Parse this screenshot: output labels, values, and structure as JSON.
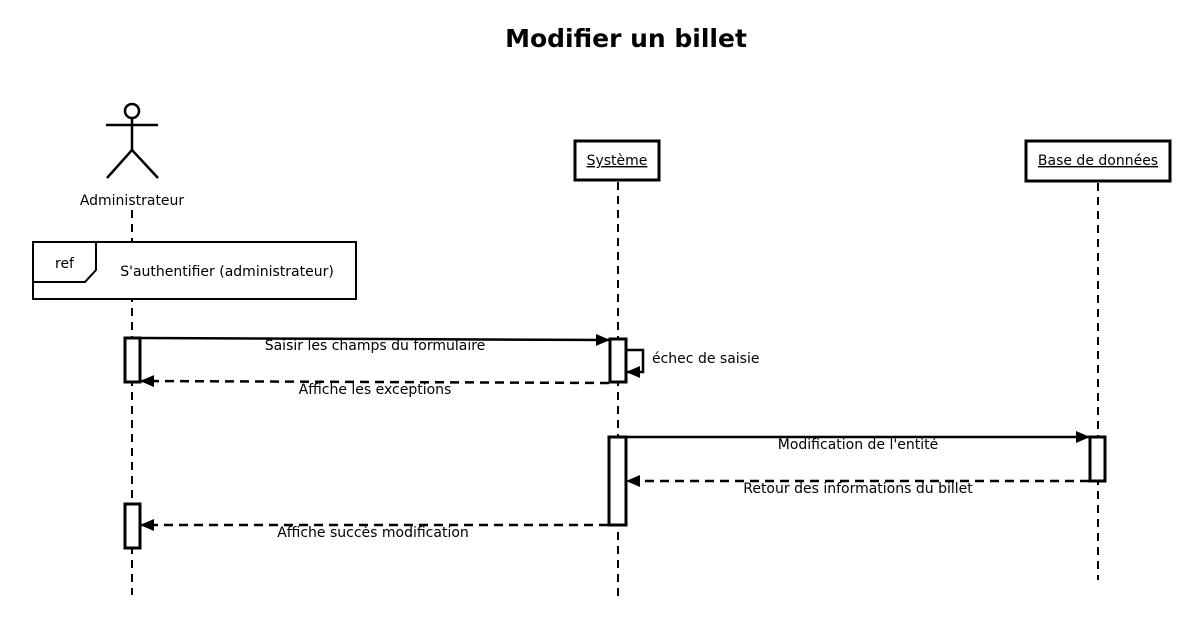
{
  "title": "Modifier un billet",
  "actor": {
    "name": "Administrateur"
  },
  "participants": {
    "system": "Système",
    "database": "Base de données"
  },
  "ref_frame": {
    "tag": "ref",
    "text": "S'authentifier (administrateur)"
  },
  "messages": {
    "m1": "Saisir les champs du formulaire",
    "m2": "échec de saisie",
    "m3": "Affiche les exceptions",
    "m4": "Modification de l'entité",
    "m5": "Retour des informations du billet",
    "m6": "Affiche succès modification"
  }
}
